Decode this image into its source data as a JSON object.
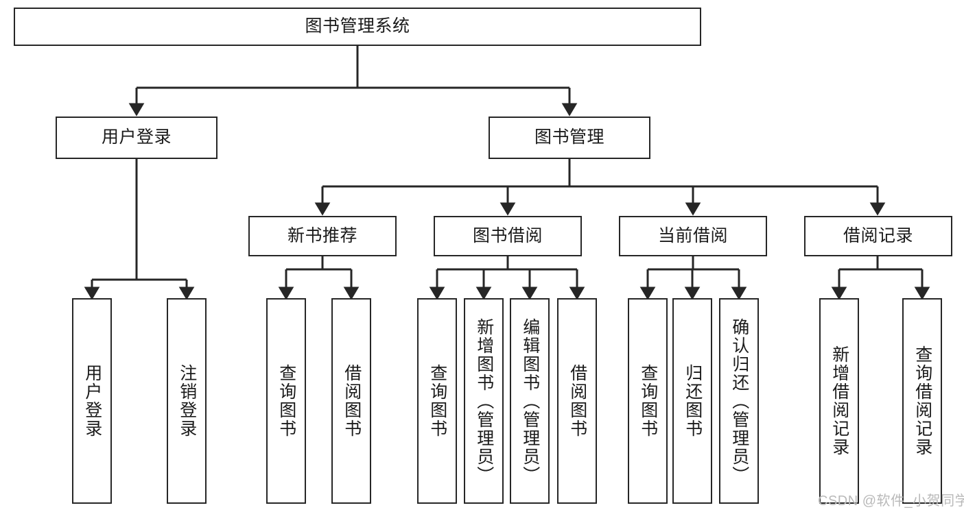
{
  "diagram": {
    "title": "图书管理系统",
    "stroke_color": "#262626",
    "background_color": "#ffffff",
    "text_color": "#1a1a1a"
  },
  "root": {
    "label": "图书管理系统"
  },
  "level2": [
    {
      "label": "用户登录"
    },
    {
      "label": "图书管理"
    }
  ],
  "level3": [
    {
      "label": "新书推荐"
    },
    {
      "label": "图书借阅"
    },
    {
      "label": "当前借阅"
    },
    {
      "label": "借阅记录"
    }
  ],
  "leaves": {
    "user_login": [
      {
        "label": "用户登录"
      },
      {
        "label": "注销登录"
      }
    ],
    "new_book": [
      {
        "label": "查询图书"
      },
      {
        "label": "借阅图书"
      }
    ],
    "book_borrow": [
      {
        "label": "查询图书"
      },
      {
        "label": "新增图书（管理员）"
      },
      {
        "label": "编辑图书（管理员）"
      },
      {
        "label": "借阅图书"
      }
    ],
    "current_borrow": [
      {
        "label": "查询图书"
      },
      {
        "label": "归还图书"
      },
      {
        "label": "确认归还（管理员）"
      }
    ],
    "borrow_record": [
      {
        "label": "新增借阅记录"
      },
      {
        "label": "查询借阅记录"
      }
    ]
  },
  "watermark": {
    "text": "CSDN @软件_小贺同学",
    "color": "#b9b9b9"
  }
}
